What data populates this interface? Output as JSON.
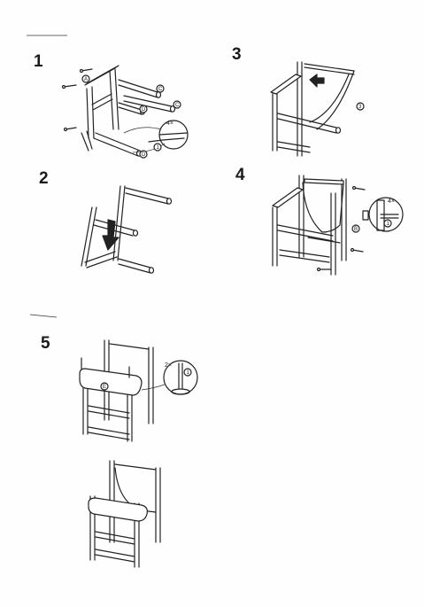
{
  "steps": [
    {
      "number": "1"
    },
    {
      "number": "2"
    },
    {
      "number": "3"
    },
    {
      "number": "4"
    },
    {
      "number": "5"
    }
  ],
  "labels": {
    "part_a": "A",
    "part_b": "B",
    "part_c": "C",
    "part_d": "D",
    "part_e": "E",
    "part_1": "1",
    "part_3": "3"
  },
  "quantities": {
    "step1_bolts": "4×",
    "step4_bolts": "4×",
    "step5_bolts": "2×"
  },
  "colors": {
    "ink": "#222222",
    "paper": "#fefefe"
  }
}
